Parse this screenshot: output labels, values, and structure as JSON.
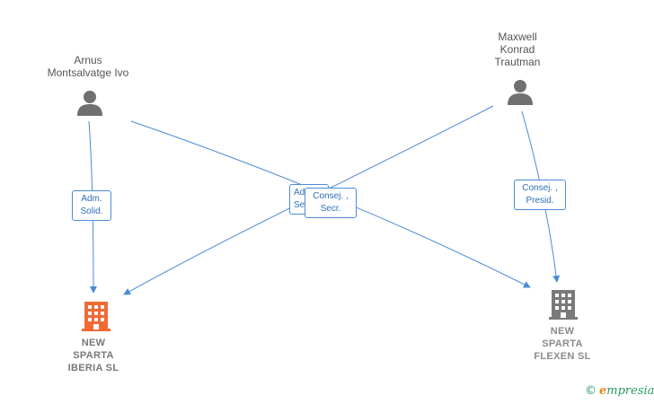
{
  "persons": [
    {
      "name": "Arnus\nMontsalvatge Ivo"
    },
    {
      "name": "Maxwell\nKonrad\nTrautman"
    }
  ],
  "companies": [
    {
      "name": "NEW\nSPARTA\nIBERIA  SL",
      "color": "#f06a35"
    },
    {
      "name": "NEW\nSPARTA\nFLEXEN  SL",
      "color": "#7a7a7a"
    }
  ],
  "edges": [
    {
      "label": "Adm.\nSolid."
    },
    {
      "label": "Ad...\nSe..."
    },
    {
      "label": "Consej. ,\nSecr."
    },
    {
      "label": "Consej. ,\nPresid."
    }
  ],
  "brand": {
    "copyright": "©",
    "initial": "e",
    "rest": "mpresia"
  },
  "colors": {
    "edge": "#4a8cd6",
    "person": "#707070"
  }
}
